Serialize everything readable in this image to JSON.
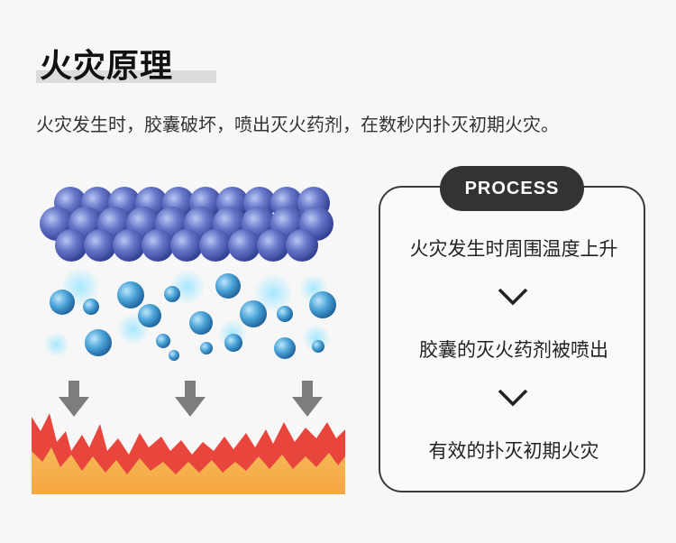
{
  "title": "火灾原理",
  "description": "火灾发生时，胶囊破坏，喷出灭火药剂，在数秒内扑灭初期火灾。",
  "process": {
    "badge": "PROCESS",
    "steps": [
      "火灾发生时周围温度上升",
      "胶囊的灭火药剂被喷出",
      "有效的扑灭初期火灾"
    ]
  },
  "colors": {
    "accent_dark": "#333333",
    "capsule_blue": "#4a5fb0",
    "agent_blue": "#3aa0d8",
    "arrow_gray": "#7d7d7d",
    "flame_red": "#e8453c",
    "flame_orange": "#f6a84a"
  }
}
